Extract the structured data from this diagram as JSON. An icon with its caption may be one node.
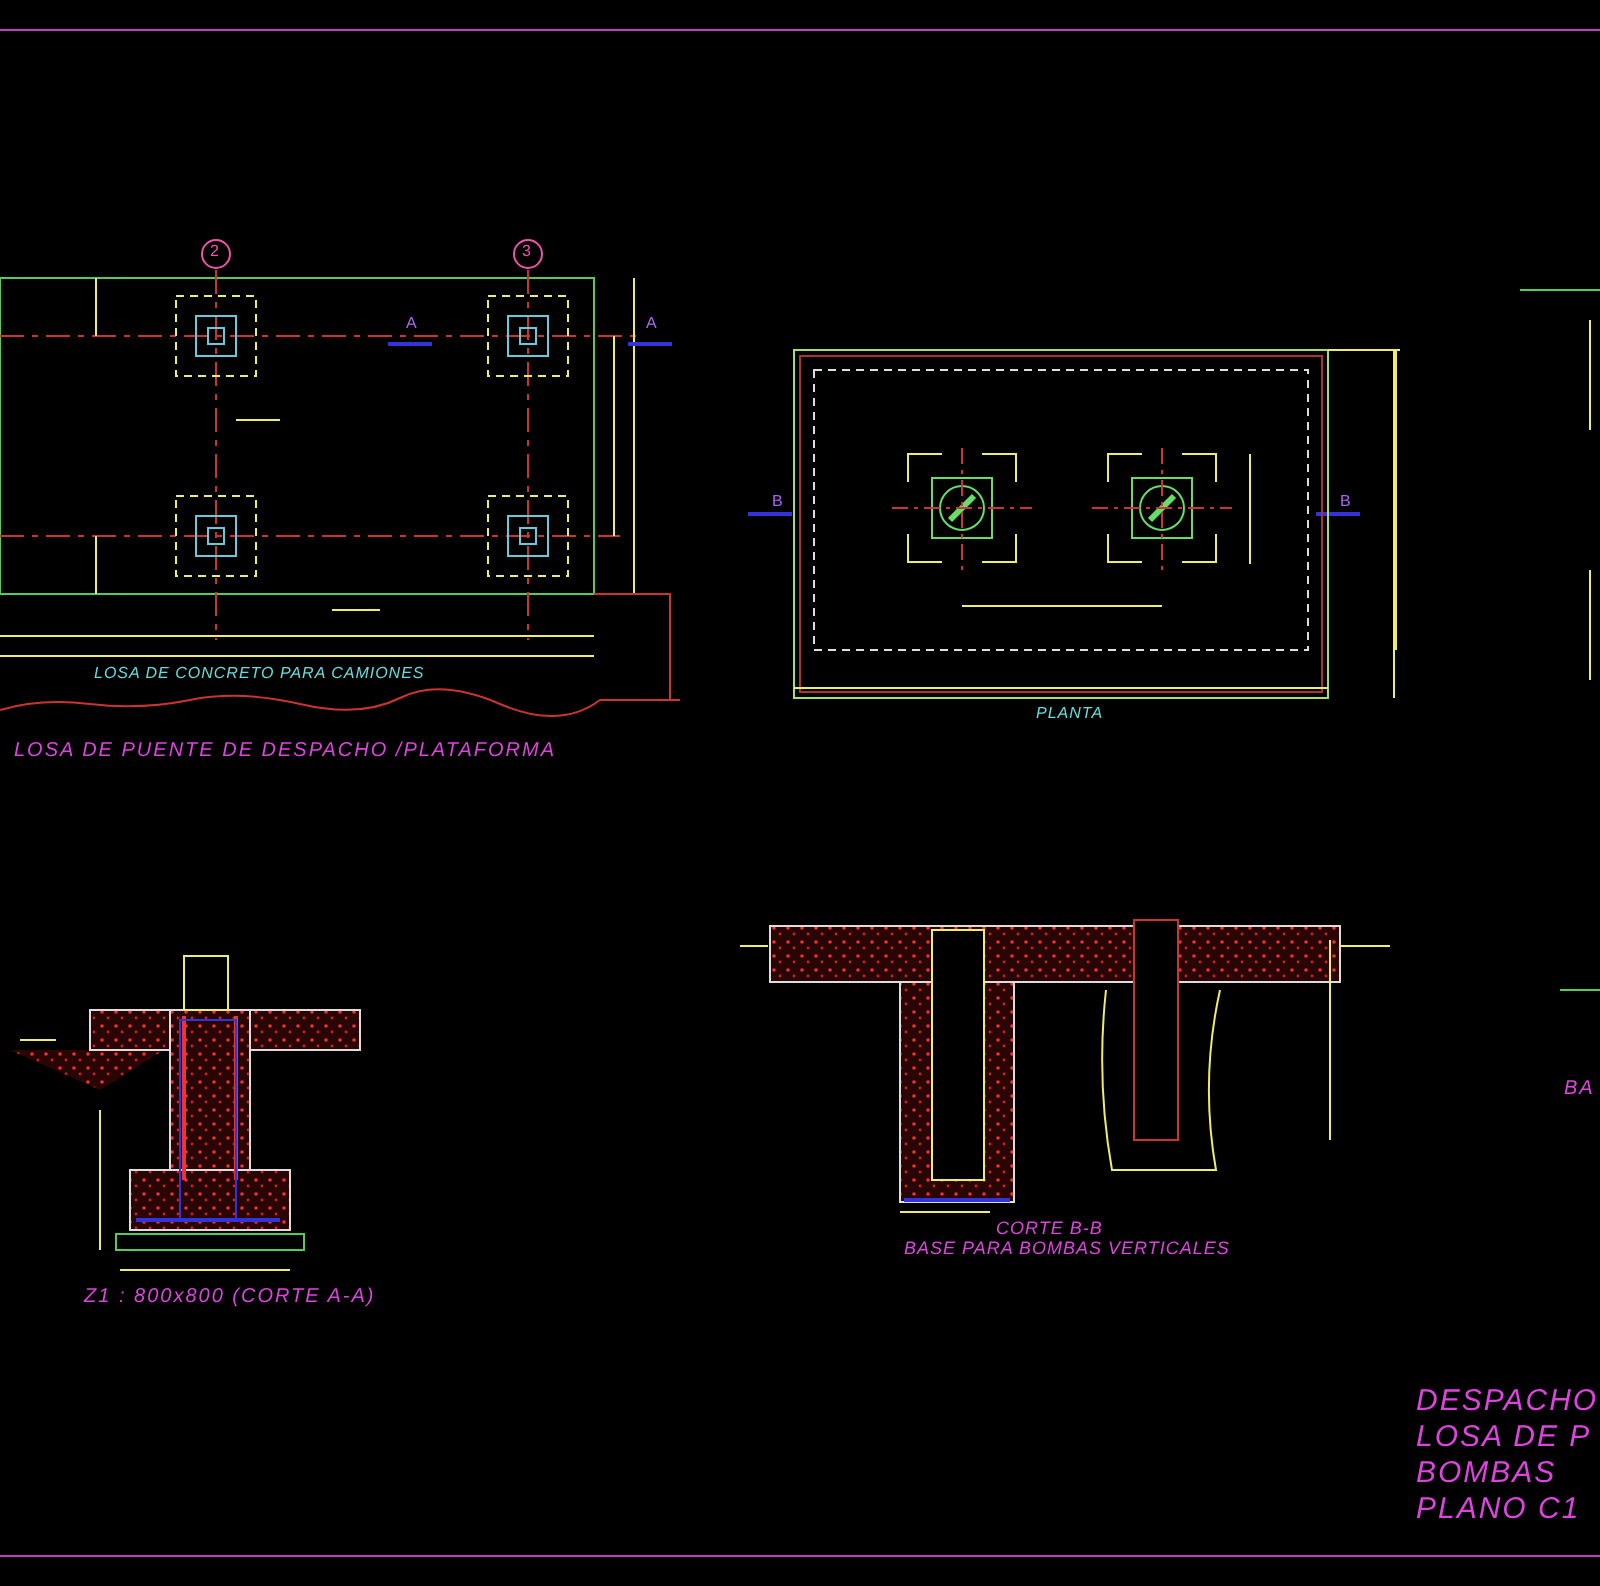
{
  "diagram": {
    "labels": [
      "2",
      "3",
      "A",
      "A",
      "LOSA DE CONCRETO PARA CAMIONES",
      "LOSA DE PUENTE DE DESPACHO /PLATAFORMA",
      "B",
      "B",
      "PLANTA",
      "Z1 : 800x800 (CORTE A-A)",
      "CORTE B-B",
      "BASE PARA BOMBAS VERTICALES",
      "BA",
      "DESPACHO",
      "LOSA DE P",
      "BOMBAS",
      "PLANO C1"
    ]
  }
}
